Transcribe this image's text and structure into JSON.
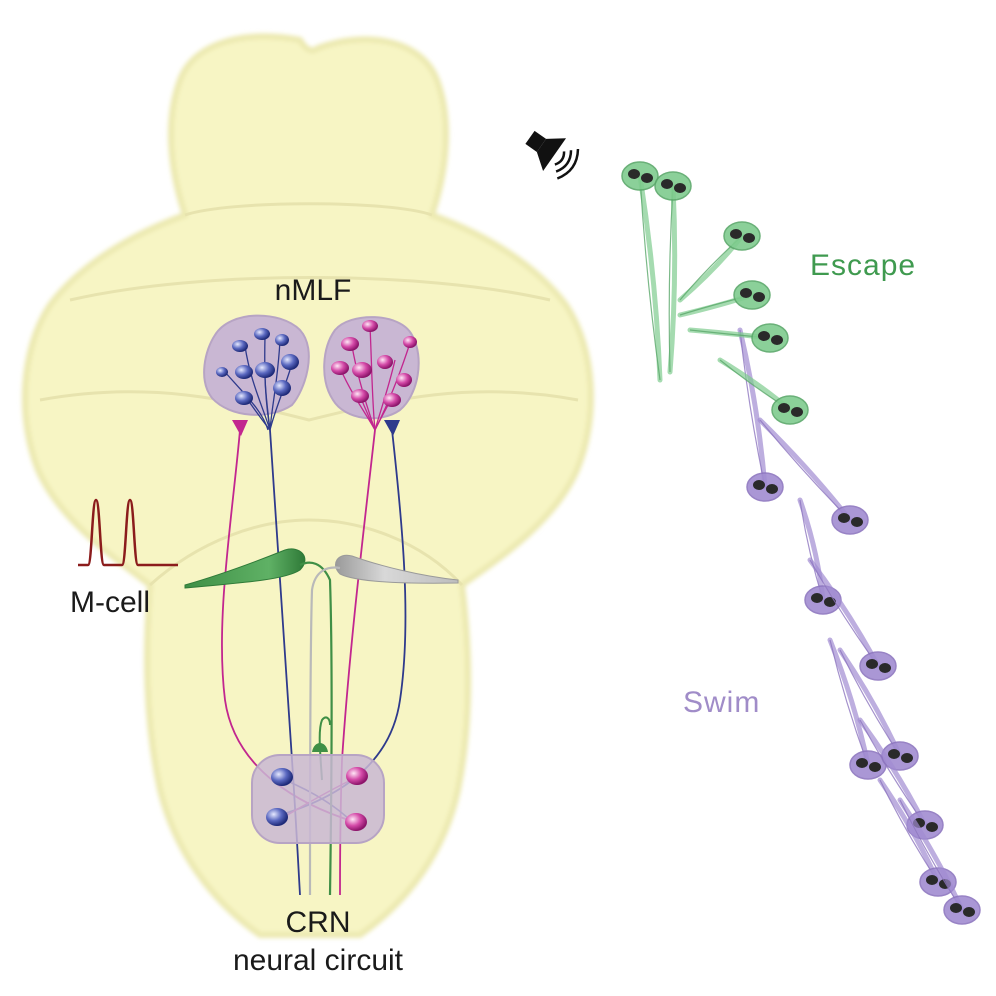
{
  "labels": {
    "nmlf": "nMLF",
    "m_cell": "M-cell",
    "crn_line1": "CRN",
    "crn_line2": "neural circuit",
    "escape": "Escape",
    "swim": "Swim"
  },
  "icons": [
    "speaker-icon"
  ],
  "colors": {
    "brain": "#f7f5c4",
    "brain_edge": "#ece9b0",
    "nucleus": "#c9b7d3",
    "blue_neuron": "#2e3a8c",
    "magenta_neuron": "#c2268f",
    "m_cell": "#3f8f46",
    "m_cell_contra": "#b9b9b9",
    "spike": "#8b1c1c",
    "escape_fish": "#7fcc8e",
    "swim_fish": "#a18cd1",
    "eye": "#2a2a2a"
  }
}
